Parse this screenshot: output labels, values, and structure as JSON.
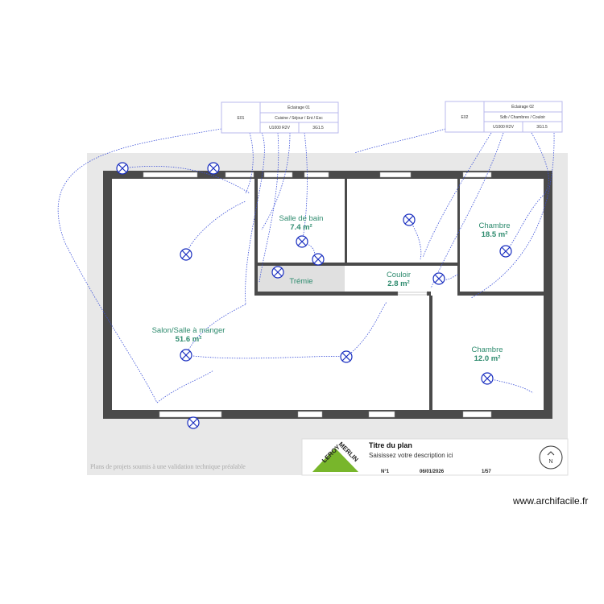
{
  "circuits": [
    {
      "id": "E01",
      "title": "Éclairage 01",
      "rooms": "Cuisine / Séjour / Ent / Esc",
      "breaker": "U1000 R2V",
      "cable": "3G1.5"
    },
    {
      "id": "E02",
      "title": "Éclairage 02",
      "rooms": "Sdb / Chambres / Couloir",
      "breaker": "U1000 R2V",
      "cable": "3G1.5"
    }
  ],
  "rooms": [
    {
      "name": "Salon/Salle à manger",
      "area": "51.6 m²"
    },
    {
      "name": "Salle de bain",
      "area": "7.4 m²"
    },
    {
      "name": "Trémie"
    },
    {
      "name": "Couloir",
      "area": "2.8 m²"
    },
    {
      "name": "Chambre",
      "area": "18.5 m²"
    },
    {
      "name": "Chambre",
      "area": "12.0 m²"
    }
  ],
  "title_block": {
    "title": "Titre du plan",
    "description": "Saisissez votre description ici",
    "number": "N°1",
    "date": "06/01/2026",
    "scale": "1/57",
    "logo": "LEROY MERLIN",
    "compass": "N"
  },
  "disclaimer": "Plans de projets soumis à une validation technique préalable",
  "footer": "www.archifacile.fr",
  "colors": {
    "wall": "#4a4a4a",
    "wire": "#3a4fd8",
    "room_label": "#2e8b6e",
    "logo_green": "#78b62b"
  }
}
